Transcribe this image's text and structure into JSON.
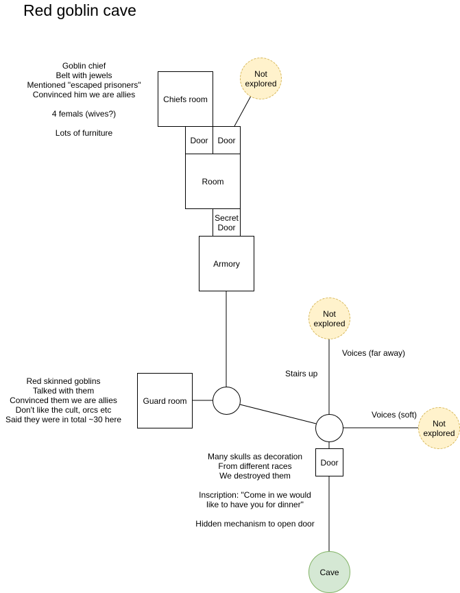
{
  "title": "Red goblin cave",
  "rooms": {
    "chiefs_room": "Chiefs room",
    "door_left": "Door",
    "door_right": "Door",
    "room": "Room",
    "secret_door": "Secret\nDoor",
    "armory": "Armory",
    "guard_room": "Guard room",
    "door_bottom": "Door",
    "cave": "Cave"
  },
  "unexplored": {
    "top": "Not\nexplored",
    "middle": "Not\nexplored",
    "right": "Not\nexplored"
  },
  "labels": {
    "voices_far": "Voices (far away)",
    "stairs_up": "Stairs up",
    "voices_soft": "Voices (soft)"
  },
  "notes": {
    "chief": [
      "Goblin chief",
      "Belt with jewels",
      "Mentioned \"escaped prisoners\"",
      "Convinced him we are allies",
      "",
      "4 femals (wives?)",
      "",
      "Lots of furniture"
    ],
    "guards": [
      "Red skinned goblins",
      "Talked with them",
      "Convinced them we are allies",
      "Don't like the cult, orcs etc",
      "Said they were in total ~30 here"
    ],
    "entrance": [
      "Many skulls as decoration",
      "From different races",
      "We destroyed them",
      "",
      "Inscription: \"Come in we would",
      "like to have you for dinner\"",
      "",
      "Hidden mechanism to open door"
    ]
  },
  "colors": {
    "unexplored_fill": "#fff2cc",
    "unexplored_stroke": "#d6b656",
    "cave_fill": "#d5e8d4",
    "cave_stroke": "#82b366",
    "line": "#000000"
  }
}
